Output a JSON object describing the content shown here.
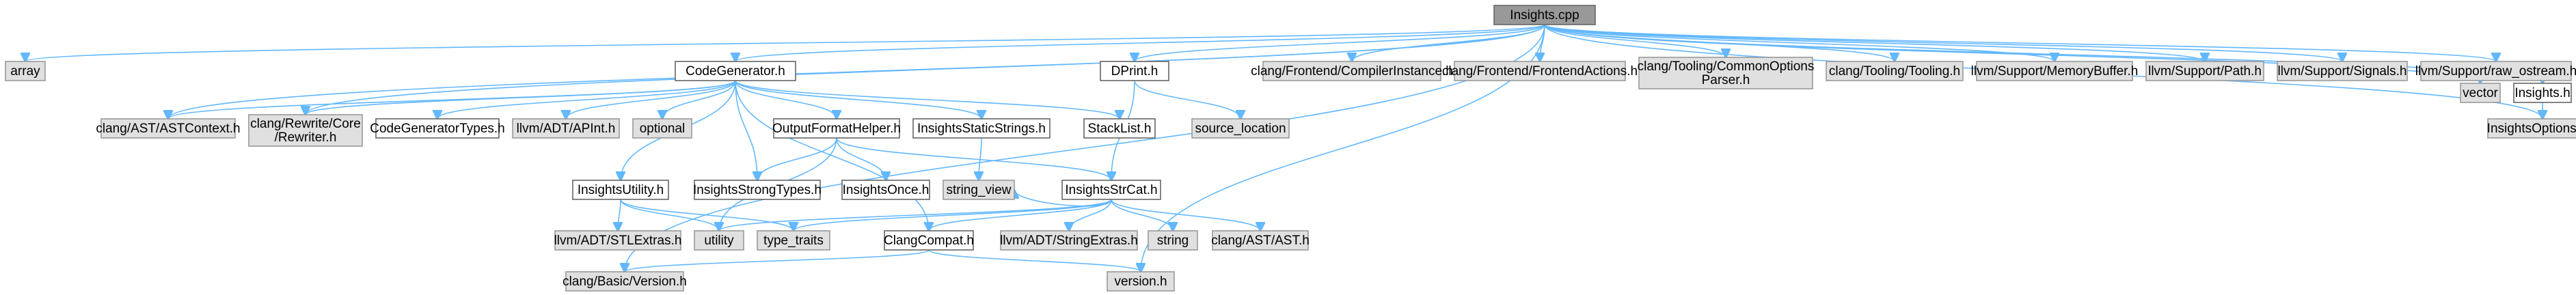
{
  "diagram": {
    "nodes": [
      {
        "id": "root",
        "lines": [
          "Insights.cpp"
        ],
        "kind": "root"
      },
      {
        "id": "array",
        "lines": [
          "array"
        ],
        "kind": "sys"
      },
      {
        "id": "codegen",
        "lines": [
          "CodeGenerator.h"
        ],
        "kind": "doc"
      },
      {
        "id": "dprint",
        "lines": [
          "DPrint.h"
        ],
        "kind": "doc"
      },
      {
        "id": "compinst",
        "lines": [
          "clang/Frontend/CompilerInstance.h"
        ],
        "kind": "sys"
      },
      {
        "id": "frontact",
        "lines": [
          "clang/Frontend/FrontendActions.h"
        ],
        "kind": "sys"
      },
      {
        "id": "commonopt",
        "lines": [
          "clang/Tooling/CommonOptions",
          "Parser.h"
        ],
        "kind": "sys"
      },
      {
        "id": "tooling",
        "lines": [
          "clang/Tooling/Tooling.h"
        ],
        "kind": "sys"
      },
      {
        "id": "membuf",
        "lines": [
          "llvm/Support/MemoryBuffer.h"
        ],
        "kind": "sys"
      },
      {
        "id": "path",
        "lines": [
          "llvm/Support/Path.h"
        ],
        "kind": "sys"
      },
      {
        "id": "signals",
        "lines": [
          "llvm/Support/Signals.h"
        ],
        "kind": "sys"
      },
      {
        "id": "rawostream",
        "lines": [
          "llvm/Support/raw_ostream.h"
        ],
        "kind": "sys"
      },
      {
        "id": "vector",
        "lines": [
          "vector"
        ],
        "kind": "sys"
      },
      {
        "id": "insightsh",
        "lines": [
          "Insights.h"
        ],
        "kind": "doc"
      },
      {
        "id": "astctx",
        "lines": [
          "clang/AST/ASTContext.h"
        ],
        "kind": "sys"
      },
      {
        "id": "rewriter",
        "lines": [
          "clang/Rewrite/Core",
          "/Rewriter.h"
        ],
        "kind": "sys"
      },
      {
        "id": "cgtypes",
        "lines": [
          "CodeGeneratorTypes.h"
        ],
        "kind": "doc"
      },
      {
        "id": "apint",
        "lines": [
          "llvm/ADT/APInt.h"
        ],
        "kind": "sys"
      },
      {
        "id": "optional",
        "lines": [
          "optional"
        ],
        "kind": "sys"
      },
      {
        "id": "outfmt",
        "lines": [
          "OutputFormatHelper.h"
        ],
        "kind": "doc"
      },
      {
        "id": "staticstr",
        "lines": [
          "InsightsStaticStrings.h"
        ],
        "kind": "doc"
      },
      {
        "id": "stacklist",
        "lines": [
          "StackList.h"
        ],
        "kind": "doc"
      },
      {
        "id": "srcloc",
        "lines": [
          "source_location"
        ],
        "kind": "sys"
      },
      {
        "id": "insopt",
        "lines": [
          "InsightsOptions.def"
        ],
        "kind": "sys"
      },
      {
        "id": "utilh",
        "lines": [
          "InsightsUtility.h"
        ],
        "kind": "doc"
      },
      {
        "id": "strongtypes",
        "lines": [
          "InsightsStrongTypes.h"
        ],
        "kind": "doc"
      },
      {
        "id": "once",
        "lines": [
          "InsightsOnce.h"
        ],
        "kind": "doc"
      },
      {
        "id": "strview",
        "lines": [
          "string_view"
        ],
        "kind": "sys"
      },
      {
        "id": "strcat",
        "lines": [
          "InsightsStrCat.h"
        ],
        "kind": "doc"
      },
      {
        "id": "stlextras",
        "lines": [
          "llvm/ADT/STLExtras.h"
        ],
        "kind": "sys"
      },
      {
        "id": "utility",
        "lines": [
          "utility"
        ],
        "kind": "sys"
      },
      {
        "id": "typetraits",
        "lines": [
          "type_traits"
        ],
        "kind": "sys"
      },
      {
        "id": "clangcompat",
        "lines": [
          "ClangCompat.h"
        ],
        "kind": "doc"
      },
      {
        "id": "strextras",
        "lines": [
          "llvm/ADT/StringExtras.h"
        ],
        "kind": "sys"
      },
      {
        "id": "string",
        "lines": [
          "string"
        ],
        "kind": "sys"
      },
      {
        "id": "astast",
        "lines": [
          "clang/AST/AST.h"
        ],
        "kind": "sys"
      },
      {
        "id": "basicver",
        "lines": [
          "clang/Basic/Version.h"
        ],
        "kind": "sys"
      },
      {
        "id": "versionh",
        "lines": [
          "version.h"
        ],
        "kind": "sys"
      }
    ],
    "edges": [
      [
        "root",
        "array"
      ],
      [
        "root",
        "codegen"
      ],
      [
        "root",
        "dprint"
      ],
      [
        "root",
        "compinst"
      ],
      [
        "root",
        "frontact"
      ],
      [
        "root",
        "commonopt"
      ],
      [
        "root",
        "tooling"
      ],
      [
        "root",
        "membuf"
      ],
      [
        "root",
        "path"
      ],
      [
        "root",
        "signals"
      ],
      [
        "root",
        "rawostream"
      ],
      [
        "root",
        "vector"
      ],
      [
        "root",
        "insightsh"
      ],
      [
        "root",
        "astctx"
      ],
      [
        "root",
        "rewriter"
      ],
      [
        "root",
        "basicver"
      ],
      [
        "root",
        "versionh"
      ],
      [
        "root",
        "insopt"
      ],
      [
        "codegen",
        "astctx"
      ],
      [
        "codegen",
        "rewriter"
      ],
      [
        "codegen",
        "cgtypes"
      ],
      [
        "codegen",
        "apint"
      ],
      [
        "codegen",
        "optional"
      ],
      [
        "codegen",
        "outfmt"
      ],
      [
        "codegen",
        "staticstr"
      ],
      [
        "codegen",
        "stacklist"
      ],
      [
        "codegen",
        "utilh"
      ],
      [
        "codegen",
        "strongtypes"
      ],
      [
        "codegen",
        "clangcompat"
      ],
      [
        "dprint",
        "srcloc"
      ],
      [
        "dprint",
        "strcat"
      ],
      [
        "insightsh",
        "insopt"
      ],
      [
        "outfmt",
        "strongtypes"
      ],
      [
        "outfmt",
        "once"
      ],
      [
        "outfmt",
        "strcat"
      ],
      [
        "outfmt",
        "utility"
      ],
      [
        "staticstr",
        "strview"
      ],
      [
        "utilh",
        "stlextras"
      ],
      [
        "utilh",
        "utility"
      ],
      [
        "utilh",
        "typetraits"
      ],
      [
        "strcat",
        "utility"
      ],
      [
        "strcat",
        "typetraits"
      ],
      [
        "strcat",
        "clangcompat"
      ],
      [
        "strcat",
        "strextras"
      ],
      [
        "strcat",
        "string"
      ],
      [
        "strcat",
        "astast"
      ],
      [
        "strcat",
        "strview"
      ],
      [
        "clangcompat",
        "basicver"
      ],
      [
        "clangcompat",
        "versionh"
      ]
    ]
  }
}
